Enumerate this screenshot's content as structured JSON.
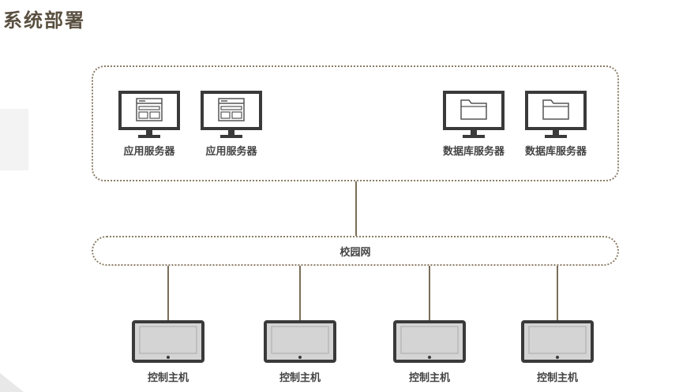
{
  "title": "系统部署",
  "servers": [
    {
      "label": "应用服务器",
      "icon": "app-window-icon"
    },
    {
      "label": "应用服务器",
      "icon": "app-window-icon"
    },
    {
      "label": "数据库服务器",
      "icon": "folder-icon"
    },
    {
      "label": "数据库服务器",
      "icon": "folder-icon"
    }
  ],
  "network": {
    "label": "校园网"
  },
  "hosts": [
    {
      "label": "控制主机"
    },
    {
      "label": "控制主机"
    },
    {
      "label": "控制主机"
    },
    {
      "label": "控制主机"
    }
  ],
  "colors": {
    "title": "#5a5040",
    "border": "#8a7c66",
    "line": "#7a6e58",
    "monitor": "#3a3a3a",
    "screen": "#d4d4d4"
  }
}
